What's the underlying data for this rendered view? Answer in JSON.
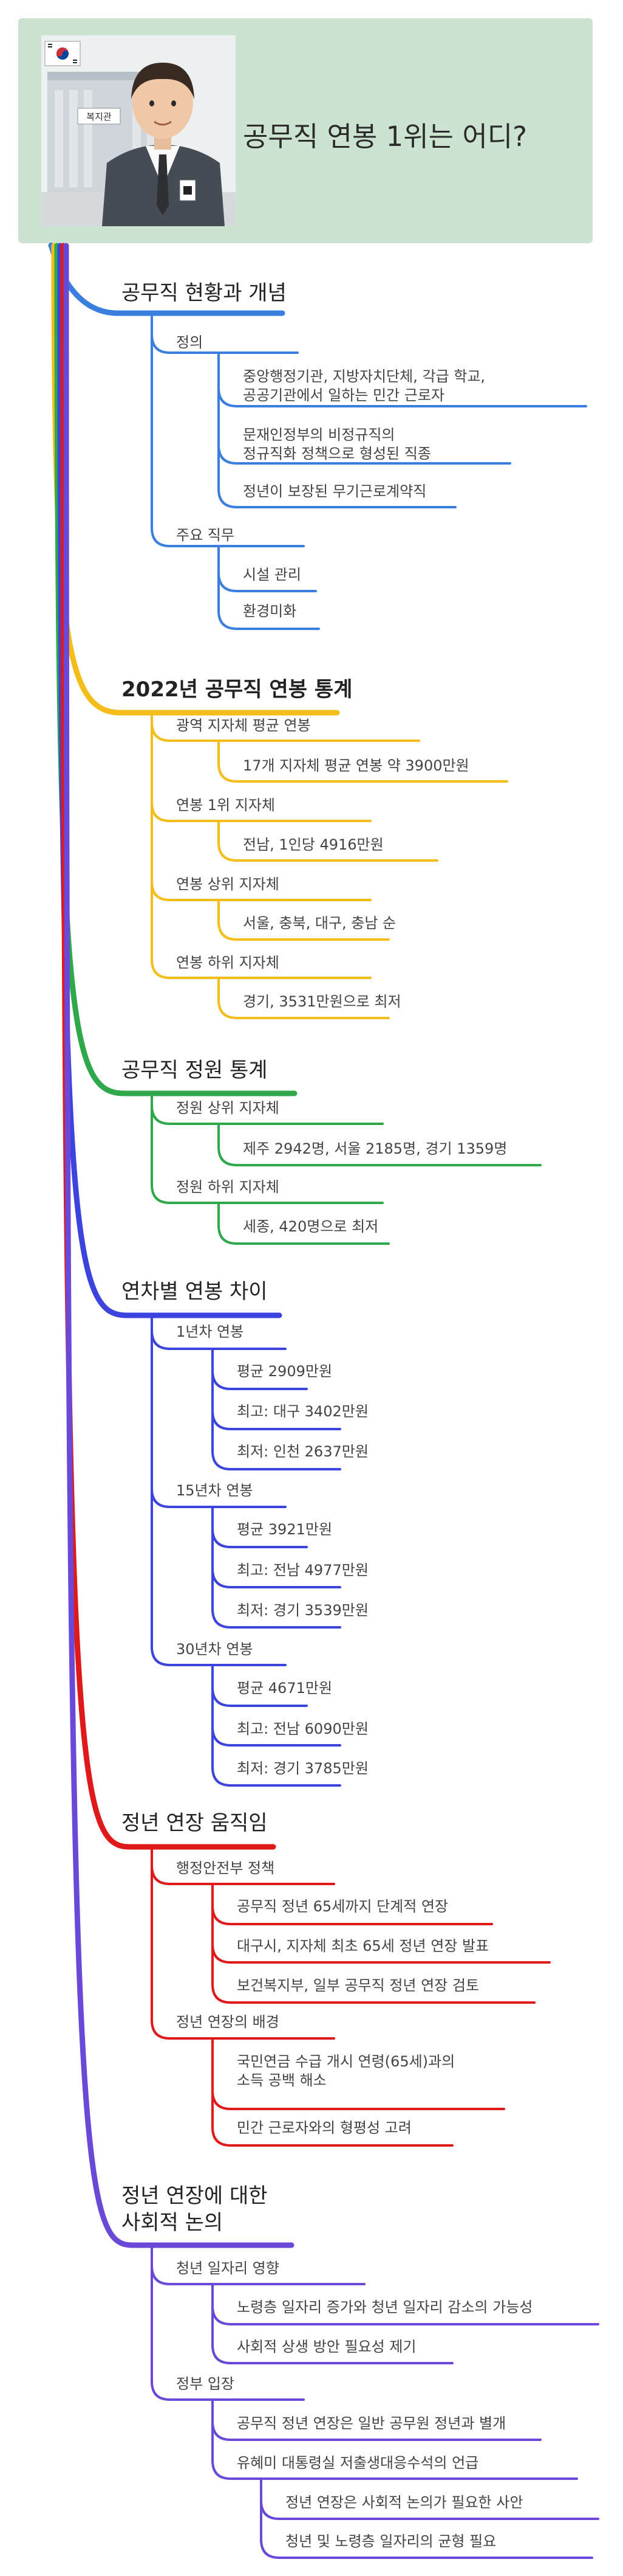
{
  "title": "공무직 연봉 1위는 어디?",
  "illustration": {
    "building_sign": "복지관",
    "flag": "korean-flag"
  },
  "sections": [
    {
      "id": "s1",
      "color": "#3a7fe0",
      "label": "공무직 현황과 개념",
      "children": [
        {
          "label": "정의",
          "children": [
            "중앙행정기관, 지방자치단체, 각급 학교,\n공공기관에서 일하는 민간 근로자",
            "문재인정부의 비정규직의\n정규직화 정책으로 형성된 직종",
            "정년이 보장된 무기근로계약직"
          ]
        },
        {
          "label": "주요 직무",
          "children": [
            "시설 관리",
            "환경미화"
          ]
        }
      ]
    },
    {
      "id": "s2",
      "color": "#f4bd19",
      "label": "2022년 공무직 연봉 통계",
      "children": [
        {
          "label": "광역 지자체 평균 연봉",
          "children": [
            "17개 지자체 평균 연봉 약 3900만원"
          ]
        },
        {
          "label": "연봉 1위 지자체",
          "children": [
            "전남, 1인당 4916만원"
          ]
        },
        {
          "label": "연봉 상위 지자체",
          "children": [
            "서울, 충북, 대구, 충남 순"
          ]
        },
        {
          "label": "연봉 하위 지자체",
          "children": [
            "경기, 3531만원으로 최저"
          ]
        }
      ]
    },
    {
      "id": "s3",
      "color": "#2ea84a",
      "label": "공무직 정원 통계",
      "children": [
        {
          "label": "정원 상위 지자체",
          "children": [
            "제주 2942명, 서울 2185명, 경기 1359명"
          ]
        },
        {
          "label": "정원 하위 지자체",
          "children": [
            "세종, 420명으로 최저"
          ]
        }
      ]
    },
    {
      "id": "s4",
      "color": "#3d43dd",
      "label": "연차별 연봉 차이",
      "children": [
        {
          "label": "1년차 연봉",
          "children": [
            "평균 2909만원",
            "최고: 대구 3402만원",
            "최저: 인천 2637만원"
          ]
        },
        {
          "label": "15년차 연봉",
          "children": [
            "평균 3921만원",
            "최고: 전남 4977만원",
            "최저: 경기 3539만원"
          ]
        },
        {
          "label": "30년차 연봉",
          "children": [
            "평균 4671만원",
            "최고: 전남 6090만원",
            "최저: 경기 3785만원"
          ]
        }
      ]
    },
    {
      "id": "s5",
      "color": "#e01a1a",
      "label": "정년 연장 움직임",
      "children": [
        {
          "label": "행정안전부 정책",
          "children": [
            "공무직 정년 65세까지 단계적 연장",
            "대구시, 지자체 최초 65세 정년 연장 발표",
            "보건복지부, 일부 공무직 정년 연장 검토"
          ]
        },
        {
          "label": "정년 연장의 배경",
          "children": [
            "국민연금 수급 개시 연령(65세)과의\n소득 공백 해소",
            "민간 근로자와의 형평성 고려"
          ]
        }
      ]
    },
    {
      "id": "s6",
      "color": "#6a48d8",
      "label": "정년 연장에 대한\n사회적 논의",
      "children": [
        {
          "label": "청년 일자리 영향",
          "children": [
            "노령층 일자리 증가와 청년 일자리 감소의 가능성",
            "사회적 상생 방안 필요성 제기"
          ]
        },
        {
          "label": "정부 입장",
          "children": [
            "공무직 정년 연장은 일반 공무원 정년과 별개",
            {
              "label": "유혜미 대통령실 저출생대응수석의 언급",
              "children": [
                "정년 연장은 사회적 논의가 필요한 사안",
                "청년 및 노령층 일자리의 균형 필요"
              ]
            }
          ]
        }
      ]
    }
  ]
}
